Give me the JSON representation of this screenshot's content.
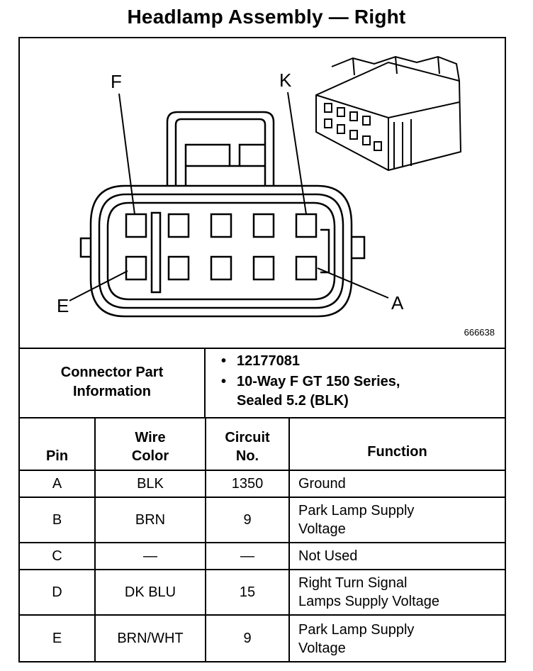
{
  "title": "Headlamp Assembly — Right",
  "diagram": {
    "pin_labels": {
      "top_left": "F",
      "top_right": "K",
      "bottom_left": "E",
      "bottom_right": "A"
    },
    "figure_id": "666638"
  },
  "connector_info": {
    "label": "Connector Part\nInformation",
    "items": [
      "12177081",
      "10-Way F GT 150 Series,\nSealed 5.2 (BLK)"
    ]
  },
  "table": {
    "headers": {
      "pin": "Pin",
      "wire_color": "Wire\nColor",
      "circuit": "Circuit\nNo.",
      "function": "Function"
    },
    "rows": [
      {
        "pin": "A",
        "wire_color": "BLK",
        "circuit": "1350",
        "function": "Ground"
      },
      {
        "pin": "B",
        "wire_color": "BRN",
        "circuit": "9",
        "function": "Park Lamp Supply\nVoltage"
      },
      {
        "pin": "C",
        "wire_color": "—",
        "circuit": "—",
        "function": "Not Used"
      },
      {
        "pin": "D",
        "wire_color": "DK BLU",
        "circuit": "15",
        "function": "Right Turn Signal\nLamps Supply Voltage"
      },
      {
        "pin": "E",
        "wire_color": "BRN/WHT",
        "circuit": "9",
        "function": "Park Lamp Supply\nVoltage"
      }
    ]
  }
}
